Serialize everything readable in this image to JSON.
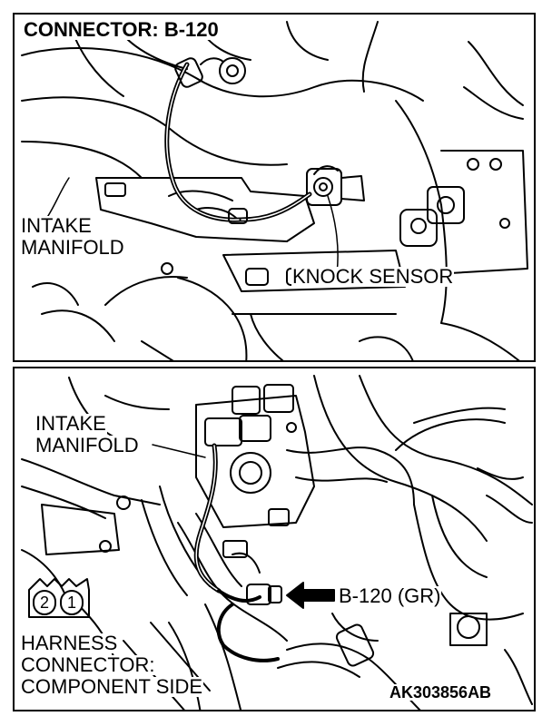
{
  "figure": {
    "title": "CONNECTOR: B-120",
    "code": "AK303856AB"
  },
  "top_view": {
    "labels": {
      "intake_manifold": [
        "INTAKE",
        "MANIFOLD"
      ],
      "knock_sensor": "KNOCK SENSOR"
    }
  },
  "bottom_view": {
    "labels": {
      "intake_manifold": [
        "INTAKE",
        "MANIFOLD"
      ],
      "connector": "B-120 (GR)",
      "harness_connector": [
        "HARNESS",
        "CONNECTOR:",
        "COMPONENT SIDE"
      ]
    },
    "pins": [
      "2",
      "1"
    ]
  },
  "colors": {
    "ink": "#000000",
    "paper": "#ffffff"
  }
}
